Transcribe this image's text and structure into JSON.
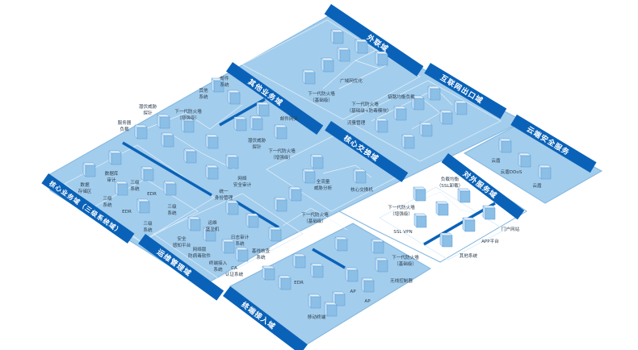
{
  "colors": {
    "banner": "#0a62b8",
    "plane": "#a3cdec",
    "plane_border": "#7fb5e0",
    "service_plane": "#ffffff"
  },
  "zones": {
    "external": "外联域",
    "internet_exit": "互联网出口域",
    "other_business": "其他业务域",
    "core_switch": "核心交换域",
    "external_service": "对外服务域",
    "cloud_security": "云端安全服务",
    "core_business": "核心业务域（三级系统域）",
    "ops_management": "运维管理域",
    "terminal_access": "终端接入域"
  },
  "devices": {
    "wan_opt": "广域网优化",
    "ext_fw": [
      "下一代防火墙",
      "（基础级）"
    ],
    "link_lb": "链路均衡负载",
    "exit_fw": [
      "下一代防火墙",
      "（基础级+防毒模块）"
    ],
    "traffic_mgmt": "流量管理",
    "mail_gw": "邮件网关",
    "apt_probe_other": [
      "潜伏威胁",
      "探针"
    ],
    "other_fw": [
      "下一代防火墙",
      "（增强级）"
    ],
    "mail_sys": [
      "邮件",
      "系统"
    ],
    "other_sys": [
      "其他",
      "系统"
    ],
    "apt_probe_core": [
      "潜伏威胁",
      "探针"
    ],
    "server_lb": [
      "服务器",
      "负载"
    ],
    "core_fw": [
      "下一代防火墙",
      "（增强级）"
    ],
    "full_traffic": [
      "全流量",
      "威胁分析"
    ],
    "core_switch": "核心交换机",
    "db_audit": [
      "数据库",
      "审计"
    ],
    "data_store": [
      "数据",
      "存储区"
    ],
    "level3_a": [
      "三级",
      "系统"
    ],
    "edr_a": "EDR",
    "level3_b": [
      "三级",
      "系统"
    ],
    "edr_b": "EDR",
    "level3_c": [
      "三级",
      "系统"
    ],
    "level3_d": [
      "三级",
      "系统"
    ],
    "net_audit": [
      "网络",
      "安全审计"
    ],
    "iam": [
      "统一",
      "身份管理"
    ],
    "bastion": [
      "运维",
      "堡垒机"
    ],
    "sec_platform": [
      "安全",
      "感知平台"
    ],
    "log_audit": [
      "日志审计",
      "系统"
    ],
    "antivirus": [
      "网络版",
      "防病毒软件"
    ],
    "terminal_access_sys": [
      "终端接入",
      "系统"
    ],
    "ca": [
      "CA",
      "认证系统"
    ],
    "baseline": [
      "基线核查",
      "系统"
    ],
    "ops_fw": [
      "下一代防火墙",
      "（基础级）"
    ],
    "term_edr": "EDR",
    "ap1": "AP",
    "ap2": "AP",
    "wlc": "无线控制器",
    "term_fw": [
      "下一代防火墙",
      "（基础级）"
    ],
    "mobile": "移动终端",
    "svc_lb": [
      "负载均衡",
      "（SSL卸载）"
    ],
    "svc_fw": [
      "下一代防火墙",
      "（增强级）"
    ],
    "ssl_vpn": "SSL VPN",
    "portal": "门户网站",
    "app": "APP平台",
    "svc_other": "其他系统",
    "cloud_shield1": "云盾",
    "cloud_ddos": "云盾DDoS",
    "cloud_shield2": "云盾"
  },
  "icons": [
    "cloud-icon",
    "switch-icon",
    "firewall-icon",
    "shield-icon",
    "server-icon",
    "load-balancer-icon",
    "wifi-icon",
    "mobile-icon",
    "monitor-icon"
  ]
}
